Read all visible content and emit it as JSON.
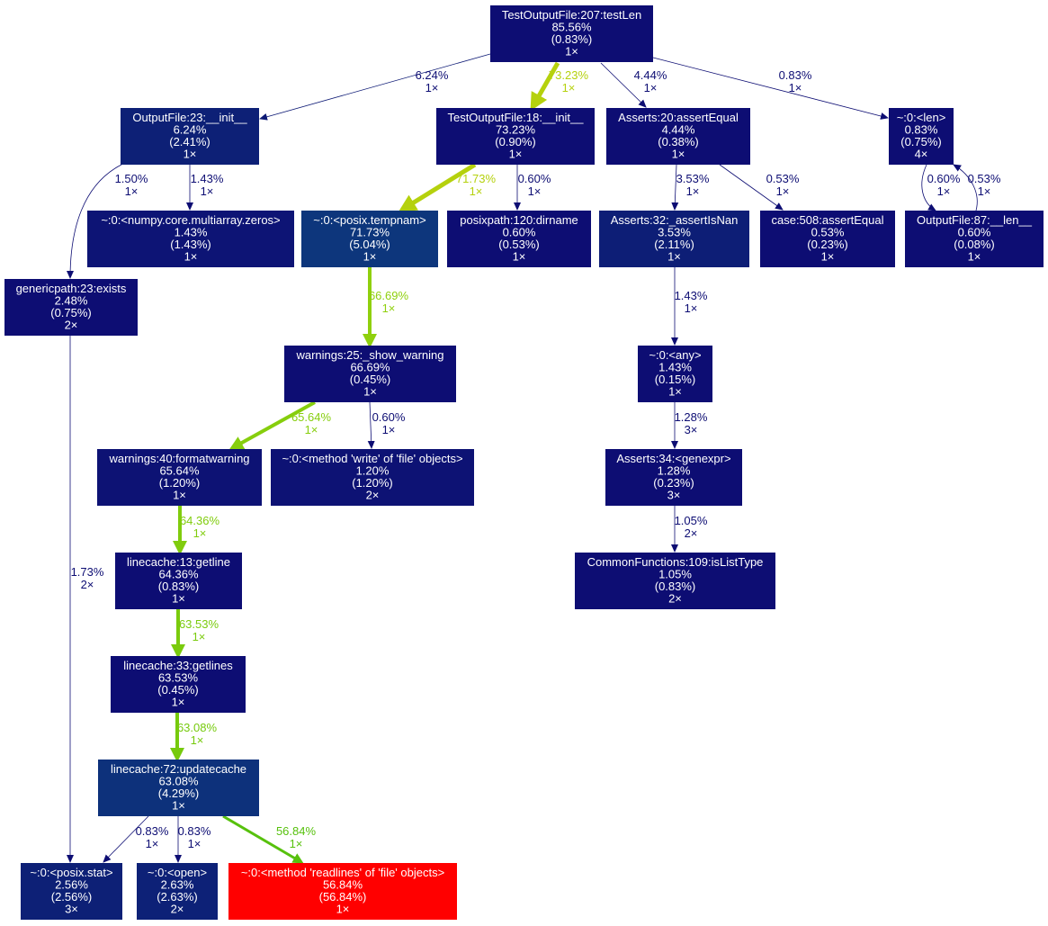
{
  "colors": {
    "node_dark": "#0d0d73",
    "node_mid": "#0d2a7a",
    "node_hot": "#ff0000",
    "edge_thin": "#0d0d73",
    "edge_yellow": "#b5d10d",
    "edge_green": "#80cc0d",
    "edge_green2": "#5fc20d",
    "text_node": "#ffffff"
  },
  "nodes": [
    {
      "id": "n1",
      "lines": [
        "TestOutputFile:207:testLen",
        "85.56%",
        "(0.83%)",
        "1×"
      ],
      "color": "#0d0d73"
    },
    {
      "id": "n2",
      "lines": [
        "OutputFile:23:__init__",
        "6.24%",
        "(2.41%)",
        "1×"
      ],
      "color": "#0d2076"
    },
    {
      "id": "n3",
      "lines": [
        "TestOutputFile:18:__init__",
        "73.23%",
        "(0.90%)",
        "1×"
      ],
      "color": "#0d0d73"
    },
    {
      "id": "n4",
      "lines": [
        "Asserts:20:assertEqual",
        "4.44%",
        "(0.38%)",
        "1×"
      ],
      "color": "#0d0d73"
    },
    {
      "id": "n5",
      "lines": [
        "~:0:<len>",
        "0.83%",
        "(0.75%)",
        "4×"
      ],
      "color": "#0d0d73"
    },
    {
      "id": "n6",
      "lines": [
        "~:0:<numpy.core.multiarray.zeros>",
        "1.43%",
        "(1.43%)",
        "1×"
      ],
      "color": "#0d1475"
    },
    {
      "id": "n7",
      "lines": [
        "~:0:<posix.tempnam>",
        "71.73%",
        "(5.04%)",
        "1×"
      ],
      "color": "#0d367c"
    },
    {
      "id": "n8",
      "lines": [
        "posixpath:120:dirname",
        "0.60%",
        "(0.53%)",
        "1×"
      ],
      "color": "#0d0d73"
    },
    {
      "id": "n9",
      "lines": [
        "Asserts:32:_assertIsNan",
        "3.53%",
        "(2.11%)",
        "1×"
      ],
      "color": "#0d1e76"
    },
    {
      "id": "n10",
      "lines": [
        "case:508:assertEqual",
        "0.53%",
        "(0.23%)",
        "1×"
      ],
      "color": "#0d0d73"
    },
    {
      "id": "n11",
      "lines": [
        "OutputFile:87:__len__",
        "0.60%",
        "(0.08%)",
        "1×"
      ],
      "color": "#0d0d73"
    },
    {
      "id": "n12",
      "lines": [
        "genericpath:23:exists",
        "2.48%",
        "(0.75%)",
        "2×"
      ],
      "color": "#0d0d73"
    },
    {
      "id": "n13",
      "lines": [
        "warnings:25:_show_warning",
        "66.69%",
        "(0.45%)",
        "1×"
      ],
      "color": "#0d0d73"
    },
    {
      "id": "n14",
      "lines": [
        "~:0:<any>",
        "1.43%",
        "(0.15%)",
        "1×"
      ],
      "color": "#0d0d73"
    },
    {
      "id": "n15",
      "lines": [
        "warnings:40:formatwarning",
        "65.64%",
        "(1.20%)",
        "1×"
      ],
      "color": "#0d1274"
    },
    {
      "id": "n16",
      "lines": [
        "~:0:<method 'write' of 'file' objects>",
        "1.20%",
        "(1.20%)",
        "2×"
      ],
      "color": "#0d1274"
    },
    {
      "id": "n17",
      "lines": [
        "Asserts:34:<genexpr>",
        "1.28%",
        "(0.23%)",
        "3×"
      ],
      "color": "#0d0d73"
    },
    {
      "id": "n18",
      "lines": [
        "CommonFunctions:109:isListType",
        "1.05%",
        "(0.83%)",
        "2×"
      ],
      "color": "#0d0d73"
    },
    {
      "id": "n19",
      "lines": [
        "linecache:13:getline",
        "64.36%",
        "(0.83%)",
        "1×"
      ],
      "color": "#0d0d73"
    },
    {
      "id": "n20",
      "lines": [
        "linecache:33:getlines",
        "63.53%",
        "(0.45%)",
        "1×"
      ],
      "color": "#0d0d73"
    },
    {
      "id": "n21",
      "lines": [
        "linecache:72:updatecache",
        "63.08%",
        "(4.29%)",
        "1×"
      ],
      "color": "#0d317b"
    },
    {
      "id": "n22",
      "lines": [
        "~:0:<posix.stat>",
        "2.56%",
        "(2.56%)",
        "3×"
      ],
      "color": "#0d2076"
    },
    {
      "id": "n23",
      "lines": [
        "~:0:<open>",
        "2.63%",
        "(2.63%)",
        "2×"
      ],
      "color": "#0d2177"
    },
    {
      "id": "n24",
      "lines": [
        "~:0:<method 'readlines' of 'file' objects>",
        "56.84%",
        "(56.84%)",
        "1×"
      ],
      "color": "#ff0000"
    }
  ],
  "edges": [
    {
      "id": "e1",
      "from": "n1",
      "to": "n2",
      "label": [
        "6.24%",
        "1×"
      ],
      "color": "#0d1a75"
    },
    {
      "id": "e2",
      "from": "n1",
      "to": "n3",
      "label": [
        "73.23%",
        "1×"
      ],
      "color": "#b5d10d"
    },
    {
      "id": "e3",
      "from": "n1",
      "to": "n4",
      "label": [
        "4.44%",
        "1×"
      ],
      "color": "#0d0d73"
    },
    {
      "id": "e4",
      "from": "n1",
      "to": "n5",
      "label": [
        "0.83%",
        "1×"
      ],
      "color": "#0d0d73"
    },
    {
      "id": "e5",
      "from": "n2",
      "to": "n12",
      "label": [
        "1.50%",
        "1×"
      ],
      "color": "#0d0d73"
    },
    {
      "id": "e6",
      "from": "n2",
      "to": "n6",
      "label": [
        "1.43%",
        "1×"
      ],
      "color": "#0d0d73"
    },
    {
      "id": "e7",
      "from": "n3",
      "to": "n7",
      "label": [
        "71.73%",
        "1×"
      ],
      "color": "#b5d10d"
    },
    {
      "id": "e8",
      "from": "n3",
      "to": "n8",
      "label": [
        "0.60%",
        "1×"
      ],
      "color": "#0d0d73"
    },
    {
      "id": "e9",
      "from": "n4",
      "to": "n9",
      "label": [
        "3.53%",
        "1×"
      ],
      "color": "#0d0d73"
    },
    {
      "id": "e10",
      "from": "n4",
      "to": "n10",
      "label": [
        "0.53%",
        "1×"
      ],
      "color": "#0d0d73"
    },
    {
      "id": "e11",
      "from": "n5",
      "to": "n11",
      "label": [
        "0.60%",
        "1×"
      ],
      "color": "#0d0d73"
    },
    {
      "id": "e12",
      "from": "n11",
      "to": "n5",
      "label": [
        "0.53%",
        "1×"
      ],
      "color": "#0d0d73"
    },
    {
      "id": "e13",
      "from": "n7",
      "to": "n13",
      "label": [
        "66.69%",
        "1×"
      ],
      "color": "#8fd00d"
    },
    {
      "id": "e14",
      "from": "n9",
      "to": "n14",
      "label": [
        "1.43%",
        "1×"
      ],
      "color": "#0d0d73"
    },
    {
      "id": "e15",
      "from": "n13",
      "to": "n15",
      "label": [
        "65.64%",
        "1×"
      ],
      "color": "#86ce0d"
    },
    {
      "id": "e16",
      "from": "n13",
      "to": "n16",
      "label": [
        "0.60%",
        "1×"
      ],
      "color": "#0d0d73"
    },
    {
      "id": "e17",
      "from": "n14",
      "to": "n17",
      "label": [
        "1.28%",
        "3×"
      ],
      "color": "#0d0d73"
    },
    {
      "id": "e18",
      "from": "n17",
      "to": "n18",
      "label": [
        "1.05%",
        "2×"
      ],
      "color": "#0d0d73"
    },
    {
      "id": "e19",
      "from": "n15",
      "to": "n19",
      "label": [
        "64.36%",
        "1×"
      ],
      "color": "#80cc0d"
    },
    {
      "id": "e20",
      "from": "n12",
      "to": "n22",
      "label": [
        "1.73%",
        "2×"
      ],
      "color": "#0d0d73"
    },
    {
      "id": "e21",
      "from": "n19",
      "to": "n20",
      "label": [
        "63.53%",
        "1×"
      ],
      "color": "#7acb0d"
    },
    {
      "id": "e22",
      "from": "n20",
      "to": "n21",
      "label": [
        "63.08%",
        "1×"
      ],
      "color": "#76ca0d"
    },
    {
      "id": "e23",
      "from": "n21",
      "to": "n22",
      "label": [
        "0.83%",
        "1×"
      ],
      "color": "#0d0d73"
    },
    {
      "id": "e24",
      "from": "n21",
      "to": "n23",
      "label": [
        "0.83%",
        "1×"
      ],
      "color": "#0d0d73"
    },
    {
      "id": "e25",
      "from": "n21",
      "to": "n24",
      "label": [
        "56.84%",
        "1×"
      ],
      "color": "#57c10d"
    }
  ]
}
